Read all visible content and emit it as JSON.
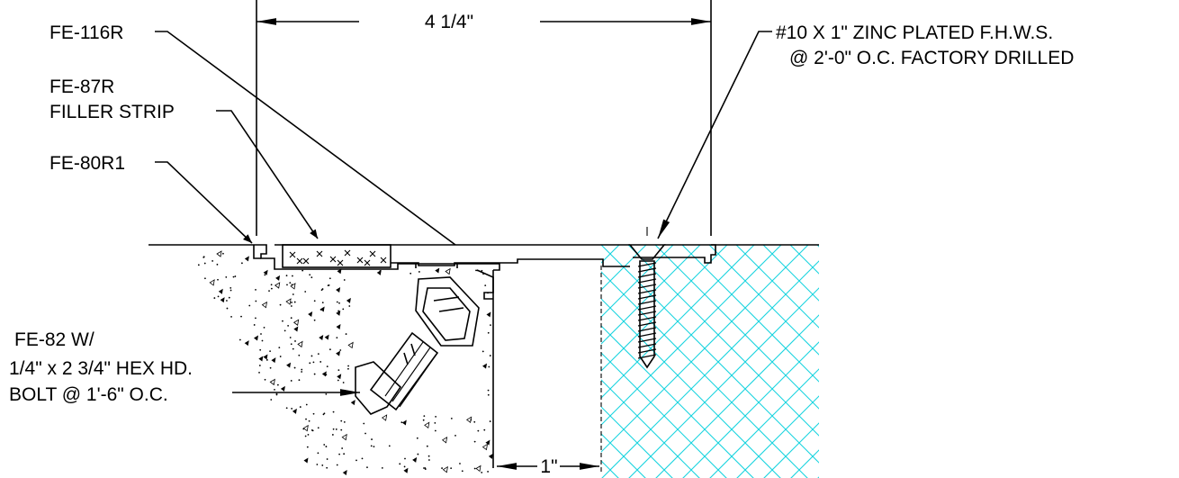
{
  "labels": {
    "fe116r": "FE-116R",
    "fe87r_line1": "FE-87R",
    "fe87r_line2": "FILLER STRIP",
    "fe80r1": "FE-80R1",
    "fe82_line1": "FE-82 W/",
    "fe82_line2": "1/4\" x 2 3/4\" HEX HD.",
    "fe82_line3": "BOLT @ 1'-6\" O.C.",
    "screw_line1": "#10 X 1\" ZINC PLATED F.H.W.S.",
    "screw_line2": "@ 2'-0\" O.C. FACTORY DRILLED",
    "dim_width": "4 1/4\"",
    "dim_gap": "1\""
  },
  "colors": {
    "line": "#000000",
    "wood_hatch": "#19d3df",
    "background": "#ffffff"
  }
}
